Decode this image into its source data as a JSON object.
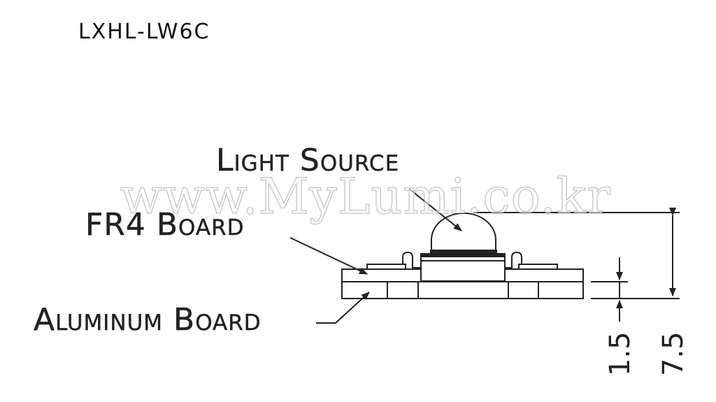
{
  "title": "LXHL-LW6C",
  "labels": {
    "light_source": "Light Source",
    "fr4_board": "FR4 Board",
    "aluminum_board": "Aluminum Board"
  },
  "dimensions": {
    "board_thickness": "1.5",
    "total_height": "7.5"
  },
  "watermark": "www.MyLumi.co.kr",
  "colors": {
    "line": "#222222",
    "background": "#ffffff"
  }
}
